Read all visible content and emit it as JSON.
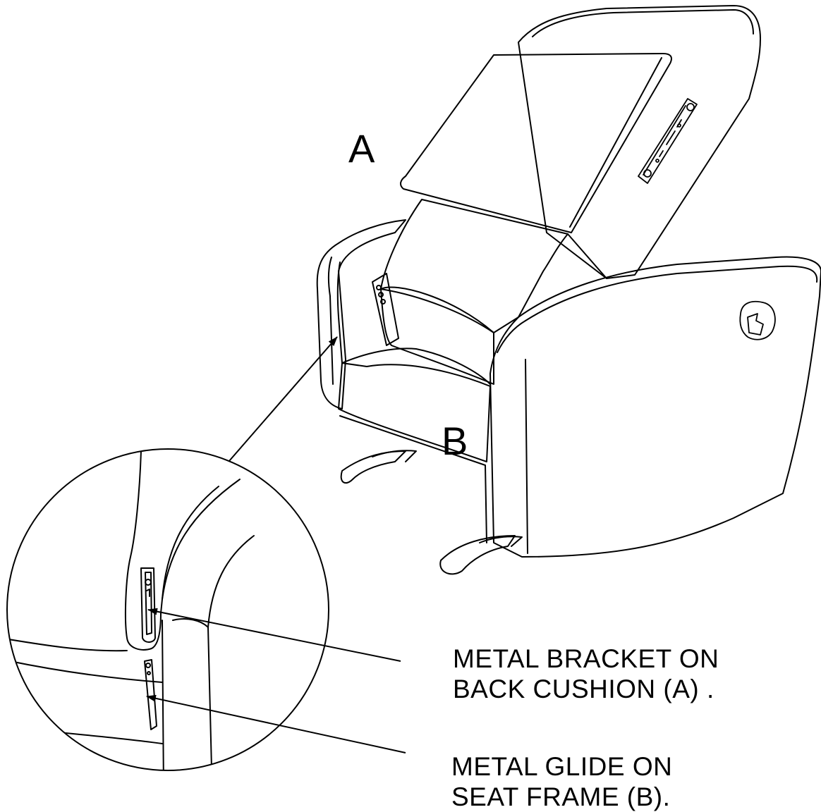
{
  "labels": {
    "part_a": "A",
    "part_b": "B"
  },
  "callouts": {
    "bracket": {
      "line1": "METAL BRACKET ON",
      "line2": "BACK CUSHION (A) ."
    },
    "glide": {
      "line1": "METAL GLIDE ON",
      "line2": "SEAT FRAME (B)."
    }
  },
  "colors": {
    "ink": "#000000",
    "paper": "#ffffff"
  }
}
